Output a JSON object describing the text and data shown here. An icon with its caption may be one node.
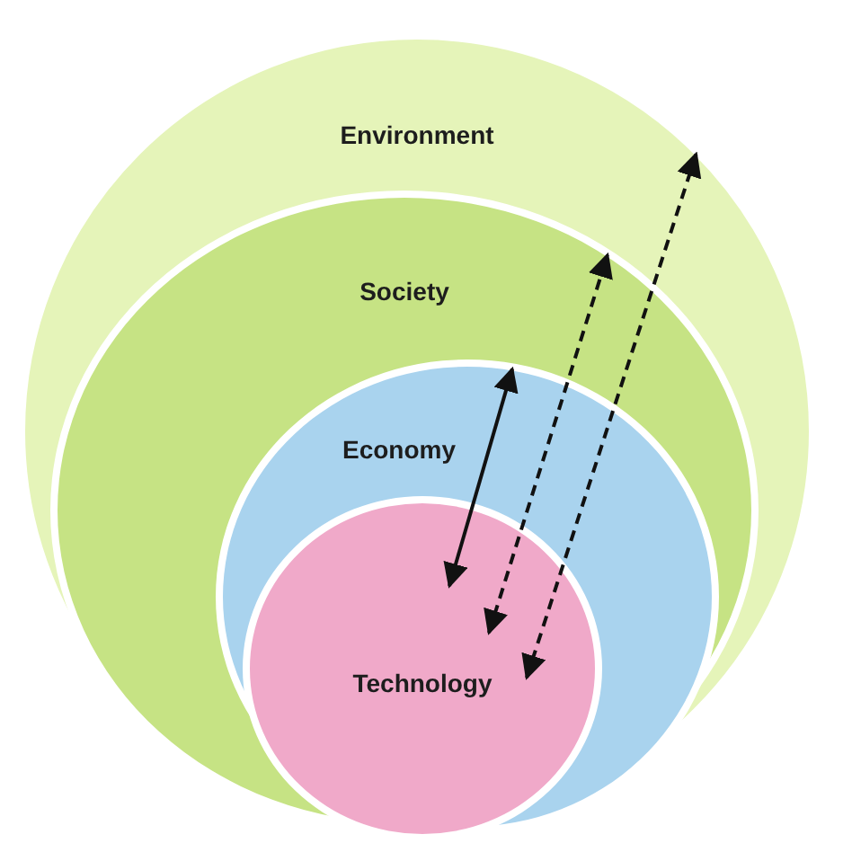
{
  "diagram": {
    "nodes": [
      {
        "text": [
          "Environment"
        ]
      },
      {
        "text": [
          "Society"
        ],
        "in": 0
      },
      {
        "text": [
          "Economy"
        ],
        "in": 1
      },
      {
        "text": [
          "Technology"
        ],
        "in": 2
      }
    ],
    "edges": [
      {
        "from": 3,
        "to": 2,
        "arrow": "both"
      },
      {
        "from": 3,
        "to": 1,
        "arrow": "both",
        "style": "dashed"
      },
      {
        "from": 3,
        "to": 0,
        "arrow": "both",
        "style": "dashed"
      }
    ]
  }
}
